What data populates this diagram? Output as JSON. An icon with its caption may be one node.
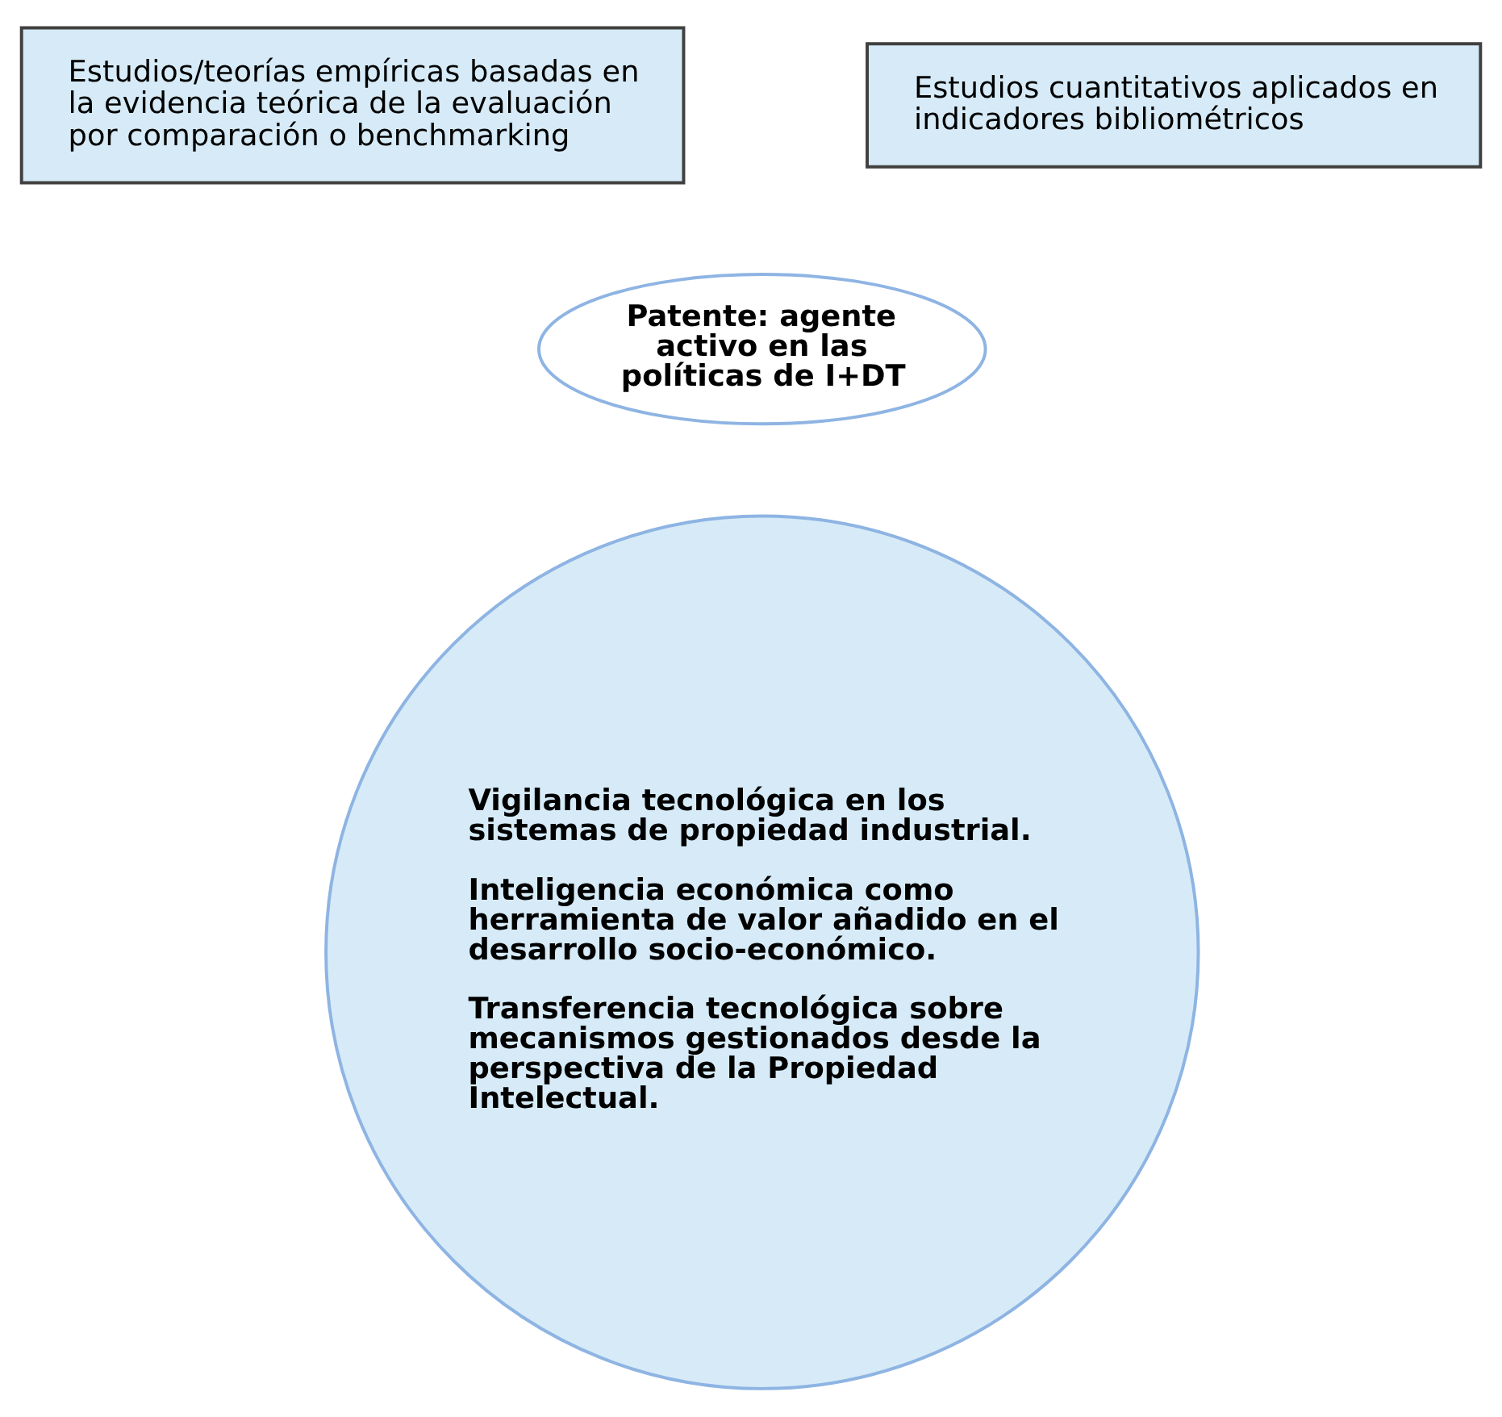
{
  "diagram": {
    "nodes": [
      {
        "text": [
          "Estudios/teorías empíricas basadas en la evidencia teórica de la evaluación por comparación o benchmarking"
        ]
      },
      {
        "text": [
          "Estudios cuantitativos aplicados en indicadores bibliométricos"
        ]
      },
      {
        "text": [
          "Patente: agente activo en las políticas de I+DT"
        ]
      },
      {
        "text": [
          "Vigilancia tecnológica en los sistemas de propiedad industrial.",
          "Inteligencia económica como herramienta de valor añadido en el desarrollo socio-económico.",
          "Transferencia tecnológica sobre mecanismos gestionados desde la perspectiva de la Propiedad Intelectual."
        ]
      }
    ],
    "edges": []
  }
}
